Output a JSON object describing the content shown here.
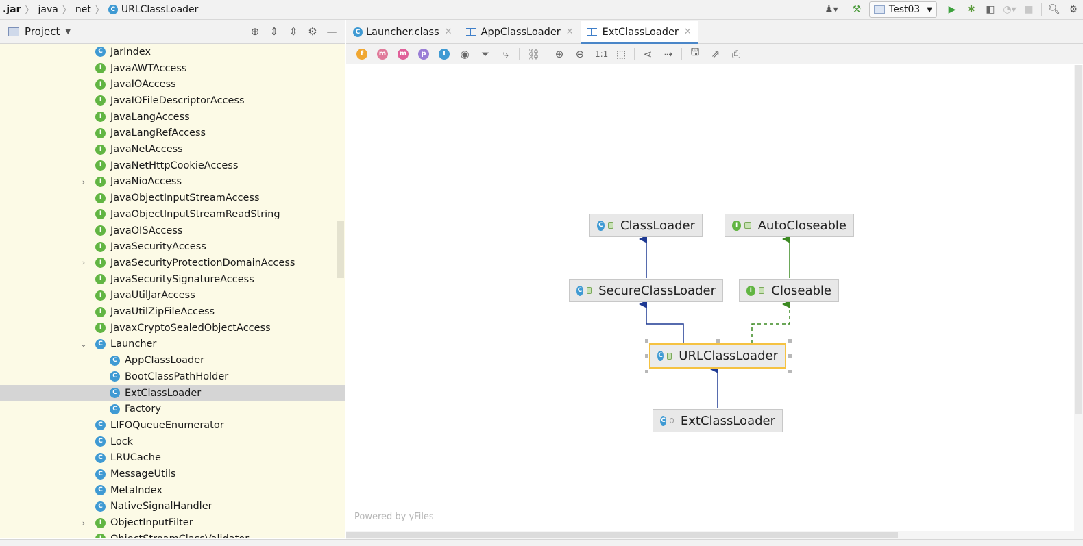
{
  "breadcrumb": {
    "items": [
      ".jar",
      "java",
      "net",
      "URLClassLoader"
    ],
    "current_icon": "class-icon"
  },
  "toolbar": {
    "run_config": "Test03",
    "icons": [
      "user-icon",
      "hammer-icon",
      "run-icon",
      "debug-icon",
      "coverage-icon",
      "profile-icon",
      "stop-icon",
      "search-icon",
      "settings-icon"
    ]
  },
  "project_panel": {
    "title": "Project",
    "tools": [
      "locate-icon",
      "expand-all-icon",
      "collapse-all-icon",
      "settings-icon",
      "minimize-icon"
    ]
  },
  "tree": {
    "items": [
      {
        "label": "JarIndex",
        "kind": "c",
        "indent": 1,
        "arrow": ""
      },
      {
        "label": "JavaAWTAccess",
        "kind": "i",
        "indent": 1,
        "arrow": ""
      },
      {
        "label": "JavaIOAccess",
        "kind": "i",
        "indent": 1,
        "arrow": ""
      },
      {
        "label": "JavaIOFileDescriptorAccess",
        "kind": "i",
        "indent": 1,
        "arrow": ""
      },
      {
        "label": "JavaLangAccess",
        "kind": "i",
        "indent": 1,
        "arrow": ""
      },
      {
        "label": "JavaLangRefAccess",
        "kind": "i",
        "indent": 1,
        "arrow": ""
      },
      {
        "label": "JavaNetAccess",
        "kind": "i",
        "indent": 1,
        "arrow": ""
      },
      {
        "label": "JavaNetHttpCookieAccess",
        "kind": "i",
        "indent": 1,
        "arrow": ""
      },
      {
        "label": "JavaNioAccess",
        "kind": "i",
        "indent": 1,
        "arrow": "›"
      },
      {
        "label": "JavaObjectInputStreamAccess",
        "kind": "i",
        "indent": 1,
        "arrow": ""
      },
      {
        "label": "JavaObjectInputStreamReadString",
        "kind": "i",
        "indent": 1,
        "arrow": ""
      },
      {
        "label": "JavaOISAccess",
        "kind": "i",
        "indent": 1,
        "arrow": ""
      },
      {
        "label": "JavaSecurityAccess",
        "kind": "i",
        "indent": 1,
        "arrow": ""
      },
      {
        "label": "JavaSecurityProtectionDomainAccess",
        "kind": "i",
        "indent": 1,
        "arrow": "›"
      },
      {
        "label": "JavaSecuritySignatureAccess",
        "kind": "i",
        "indent": 1,
        "arrow": ""
      },
      {
        "label": "JavaUtilJarAccess",
        "kind": "i",
        "indent": 1,
        "arrow": ""
      },
      {
        "label": "JavaUtilZipFileAccess",
        "kind": "i",
        "indent": 1,
        "arrow": ""
      },
      {
        "label": "JavaxCryptoSealedObjectAccess",
        "kind": "i",
        "indent": 1,
        "arrow": ""
      },
      {
        "label": "Launcher",
        "kind": "c",
        "indent": 1,
        "arrow": "⌄"
      },
      {
        "label": "AppClassLoader",
        "kind": "c",
        "indent": 2,
        "arrow": ""
      },
      {
        "label": "BootClassPathHolder",
        "kind": "c",
        "indent": 2,
        "arrow": ""
      },
      {
        "label": "ExtClassLoader",
        "kind": "c",
        "indent": 2,
        "arrow": "",
        "selected": true
      },
      {
        "label": "Factory",
        "kind": "c",
        "indent": 2,
        "arrow": ""
      },
      {
        "label": "LIFOQueueEnumerator",
        "kind": "c",
        "indent": 1,
        "arrow": ""
      },
      {
        "label": "Lock",
        "kind": "c",
        "indent": 1,
        "arrow": ""
      },
      {
        "label": "LRUCache",
        "kind": "c",
        "indent": 1,
        "arrow": ""
      },
      {
        "label": "MessageUtils",
        "kind": "c",
        "indent": 1,
        "arrow": ""
      },
      {
        "label": "MetaIndex",
        "kind": "c",
        "indent": 1,
        "arrow": ""
      },
      {
        "label": "NativeSignalHandler",
        "kind": "c",
        "indent": 1,
        "arrow": ""
      },
      {
        "label": "ObjectInputFilter",
        "kind": "i",
        "indent": 1,
        "arrow": "›"
      },
      {
        "label": "ObjectStreamClassValidator",
        "kind": "i",
        "indent": 1,
        "arrow": ""
      }
    ]
  },
  "tabs": [
    {
      "label": "Launcher.class",
      "icon": "class-icon",
      "active": false
    },
    {
      "label": "AppClassLoader",
      "icon": "diagram-icon",
      "active": false
    },
    {
      "label": "ExtClassLoader",
      "icon": "diagram-icon",
      "active": true
    }
  ],
  "diagram_toolbar": {
    "icons": [
      "fields-icon",
      "constructors-icon",
      "methods-icon",
      "properties-icon",
      "inner-classes-icon",
      "visibility-icon",
      "filter-icon",
      "edge-mode-icon",
      "dependencies-icon",
      "zoom-in-icon",
      "zoom-out-icon",
      "actual-size-icon",
      "fit-content-icon",
      "layout-icon",
      "apply-layout-icon",
      "save-icon",
      "export-icon",
      "print-icon"
    ],
    "actual_size_label": "1:1"
  },
  "diagram": {
    "nodes": [
      {
        "id": "classloader",
        "label": "ClassLoader",
        "kind": "c"
      },
      {
        "id": "autocloseable",
        "label": "AutoCloseable",
        "kind": "i"
      },
      {
        "id": "secureclassloader",
        "label": "SecureClassLoader",
        "kind": "c"
      },
      {
        "id": "closeable",
        "label": "Closeable",
        "kind": "i"
      },
      {
        "id": "urlclassloader",
        "label": "URLClassLoader",
        "kind": "c",
        "selected": true
      },
      {
        "id": "extclassloader",
        "label": "ExtClassLoader",
        "kind": "c"
      }
    ],
    "colors": {
      "extends": "#1f3a93",
      "implements": "#3c8a22",
      "selection": "#f5c242"
    },
    "watermark": "Powered by yFiles"
  }
}
